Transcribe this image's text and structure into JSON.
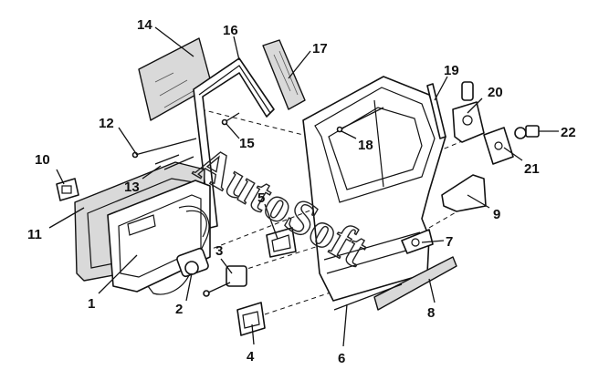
{
  "watermark": "AutoSoft",
  "callouts": [
    {
      "id": "1",
      "label": "1"
    },
    {
      "id": "2",
      "label": "2"
    },
    {
      "id": "3",
      "label": "3"
    },
    {
      "id": "4",
      "label": "4"
    },
    {
      "id": "5",
      "label": "5"
    },
    {
      "id": "6",
      "label": "6"
    },
    {
      "id": "7",
      "label": "7"
    },
    {
      "id": "8",
      "label": "8"
    },
    {
      "id": "9",
      "label": "9"
    },
    {
      "id": "10",
      "label": "10"
    },
    {
      "id": "11",
      "label": "11"
    },
    {
      "id": "12",
      "label": "12"
    },
    {
      "id": "13",
      "label": "13"
    },
    {
      "id": "14",
      "label": "14"
    },
    {
      "id": "15",
      "label": "15"
    },
    {
      "id": "16",
      "label": "16"
    },
    {
      "id": "17",
      "label": "17"
    },
    {
      "id": "18",
      "label": "18"
    },
    {
      "id": "19",
      "label": "19"
    },
    {
      "id": "20",
      "label": "20"
    },
    {
      "id": "21",
      "label": "21"
    },
    {
      "id": "22",
      "label": "22"
    }
  ]
}
